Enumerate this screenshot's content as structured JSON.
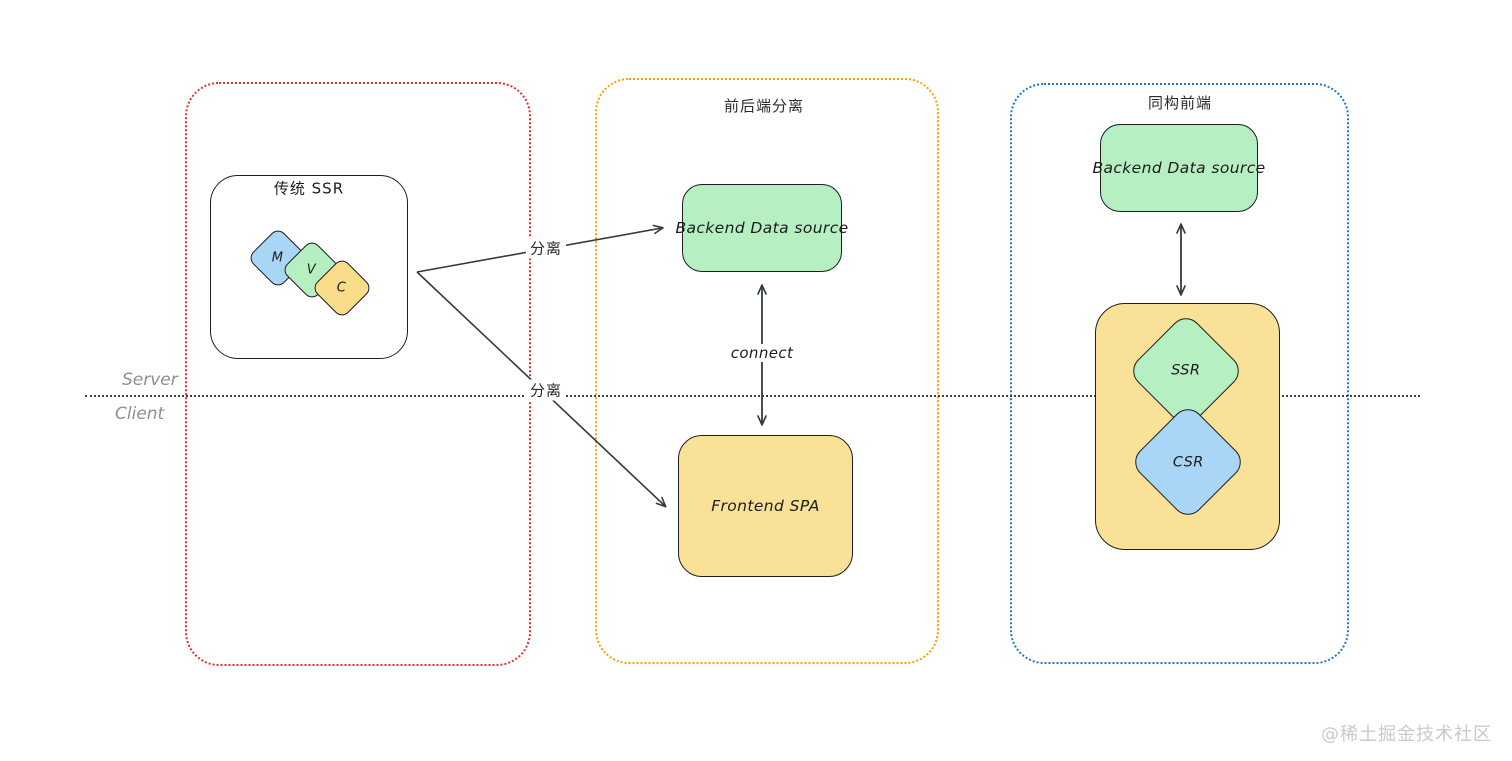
{
  "divider": {
    "server_label": "Server",
    "client_label": "Client"
  },
  "sections": {
    "traditional": {
      "box_label": "传统 SSR",
      "diamonds": {
        "m": "M",
        "v": "V",
        "c": "C"
      }
    },
    "separated": {
      "title": "前后端分离",
      "backend_label": "Backend Data source",
      "frontend_label": "Frontend SPA",
      "connect_label": "connect"
    },
    "isomorphic": {
      "title": "同构前端",
      "backend_label": "Backend Data source",
      "ssr_label": "SSR",
      "csr_label": "CSR"
    }
  },
  "edges": {
    "separate_top_label": "分离",
    "separate_bottom_label": "分离"
  },
  "watermark": "@稀土掘金技术社区",
  "colors": {
    "section_red_border": "#e03131",
    "section_orange_border": "#f59f00",
    "section_blue_border": "#1f78c4",
    "fill_green": "#b5efc2",
    "fill_yellow": "#f9e298",
    "fill_blue": "#a9d6f7",
    "stroke": "#1e1e1e",
    "layer_label_gray": "#8f8f8f",
    "watermark_gray": "#c9c9c9"
  }
}
